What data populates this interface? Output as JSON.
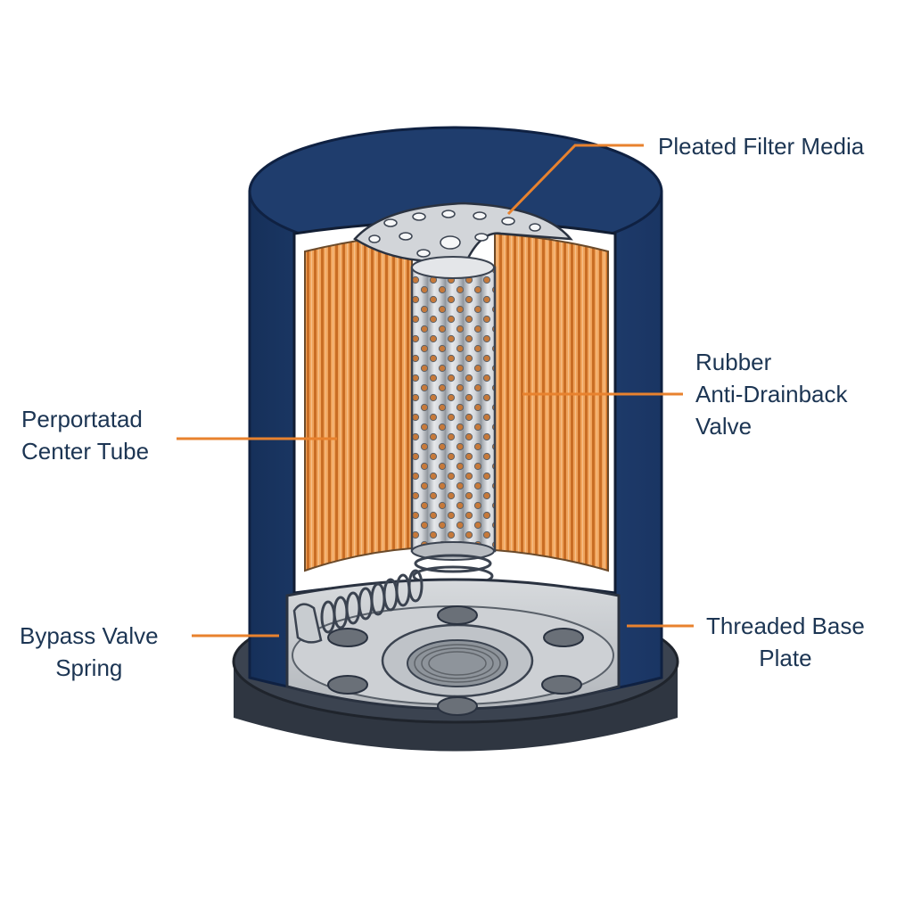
{
  "labels": {
    "pleated_filter_media": "Pleated Filter Media",
    "rubber_valve": [
      "Rubber",
      "Anti-Drainback",
      "Valve"
    ],
    "perforated_center_tube": [
      "Perportatad",
      "Center Tube"
    ],
    "bypass_valve_spring": [
      "Bypass Valve",
      "Spring"
    ],
    "threaded_base_plate": [
      "Threaded Base",
      "Plate"
    ]
  },
  "colors": {
    "canister_blue": "#1f3d6d",
    "canister_dark": "#142b52",
    "filter_orange": "#e98a3d",
    "leader_orange": "#e8822e",
    "metal_gray": "#c9ccd0",
    "base_gasket": "#3b4350",
    "label_text": "#1c3553"
  }
}
